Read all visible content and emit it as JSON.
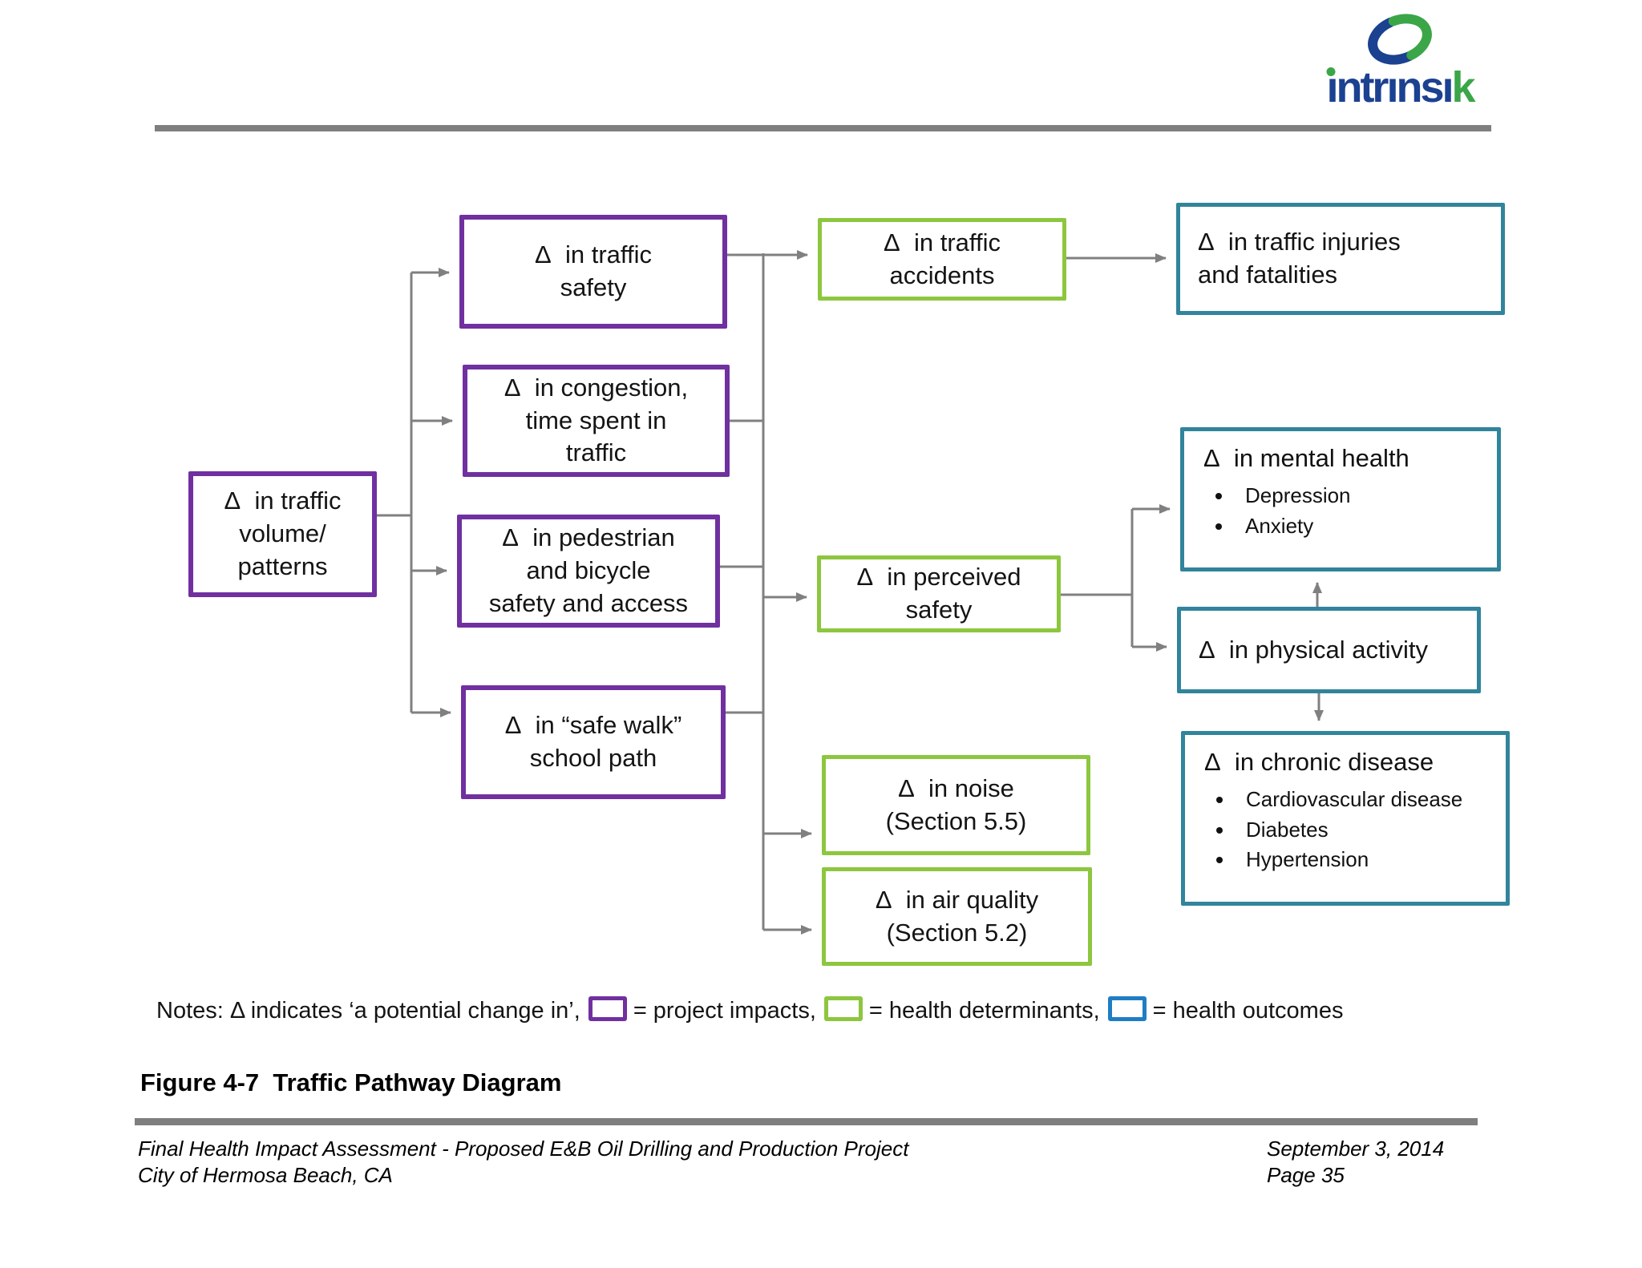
{
  "brand": {
    "name": "intrinsik",
    "word_first": "ı",
    "word_mid": "ntrınsı",
    "word_tail": "k",
    "blue": "#1b4191",
    "green": "#3aa648"
  },
  "colors": {
    "project_impacts_purple": "#7030A0",
    "health_determinants_green": "#8DC63F",
    "health_outcomes_teal": "#31849B",
    "legend_outcomes_blue": "#1F7DC4",
    "connector_gray": "#808080"
  },
  "boxes": {
    "volume": {
      "text": "Δ  in traffic\nvolume/\npatterns"
    },
    "safety": {
      "text": "Δ  in traffic\nsafety"
    },
    "congestion": {
      "text": "Δ  in congestion,\ntime spent in\ntraffic"
    },
    "pedestrian": {
      "text": "Δ  in pedestrian\nand bicycle\nsafety and access"
    },
    "safewalk": {
      "text": "Δ  in “safe walk”\nschool path"
    },
    "accidents": {
      "text": "Δ  in traffic\naccidents"
    },
    "perceived": {
      "text": "Δ  in perceived\nsafety"
    },
    "noise": {
      "text": "Δ  in noise\n(Section 5.5)"
    },
    "airquality": {
      "text": "Δ  in air quality\n(Section 5.2)"
    },
    "injuries": {
      "text": "Δ  in traffic injuries\nand fatalities"
    },
    "mental": {
      "title": "Δ  in mental health",
      "bullets": [
        "Depression",
        "Anxiety"
      ]
    },
    "physical": {
      "text": "Δ  in physical activity"
    },
    "chronic": {
      "title": "Δ  in chronic disease",
      "bullets": [
        "Cardiovascular disease",
        "Diabetes",
        "Hypertension"
      ]
    }
  },
  "legend": {
    "prefix": "Notes: Δ indicates ‘a potential change in’,",
    "project": "= project impacts,",
    "determinants": "= health determinants,",
    "outcomes": "= health outcomes"
  },
  "caption": "Figure 4-7  Traffic Pathway Diagram",
  "footer": {
    "left_line1": "Final Health Impact Assessment - Proposed E&B Oil Drilling and Production Project",
    "left_line2": "City of Hermosa Beach, CA",
    "right_line1": "September 3, 2014",
    "right_line2": "Page 35"
  }
}
